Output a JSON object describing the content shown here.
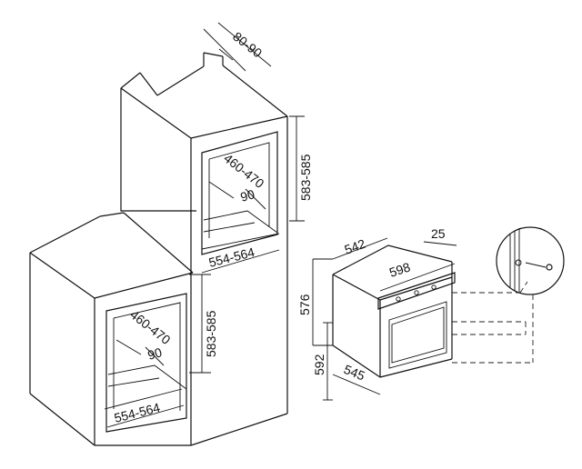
{
  "dimensions": {
    "top_gap": "80-90",
    "upper_height": "583-585",
    "upper_depth": "460-470",
    "upper_depth_small": "90",
    "upper_width": "554-564",
    "lower_height": "583-585",
    "lower_depth": "460-470",
    "lower_depth_small": "90",
    "lower_width": "554-564",
    "oven_depth": "542",
    "oven_gap": "25",
    "oven_width": "598",
    "oven_height": "576",
    "oven_total_height": "592",
    "oven_depth_lower": "545"
  },
  "colors": {
    "line": "#111111",
    "background": "#ffffff"
  }
}
